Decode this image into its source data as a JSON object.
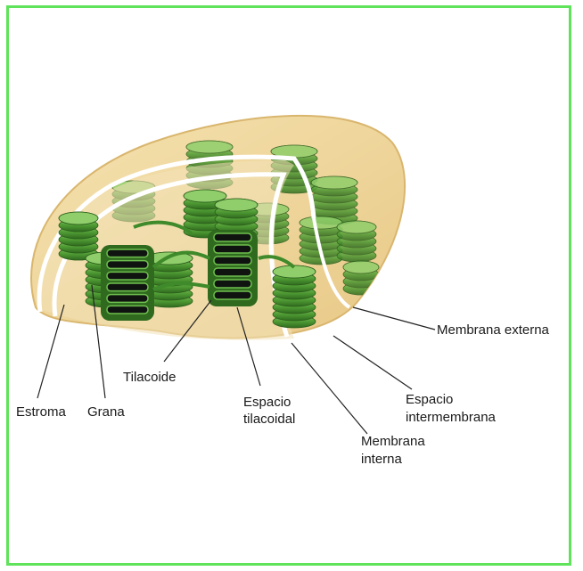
{
  "colors": {
    "frame": "#5fe35a",
    "envelope": "#f0d9a0",
    "stroma": "#f6e6bd",
    "granum": "#4f9a34",
    "granum_dark": "#2f6a1e",
    "lumen": "#101410",
    "leader": "#222222"
  },
  "labels": {
    "membrana_externa": "Membrana externa",
    "tilacoide": "Tilacoide",
    "espacio_tilacoidal_1": "Espacio",
    "espacio_tilacoidal_2": "tilacoidal",
    "espacio_intermembrana_1": "Espacio",
    "espacio_intermembrana_2": "intermembrana",
    "estroma": "Estroma",
    "grana": "Grana",
    "membrana_interna_1": "Membrana",
    "membrana_interna_2": "interna"
  }
}
